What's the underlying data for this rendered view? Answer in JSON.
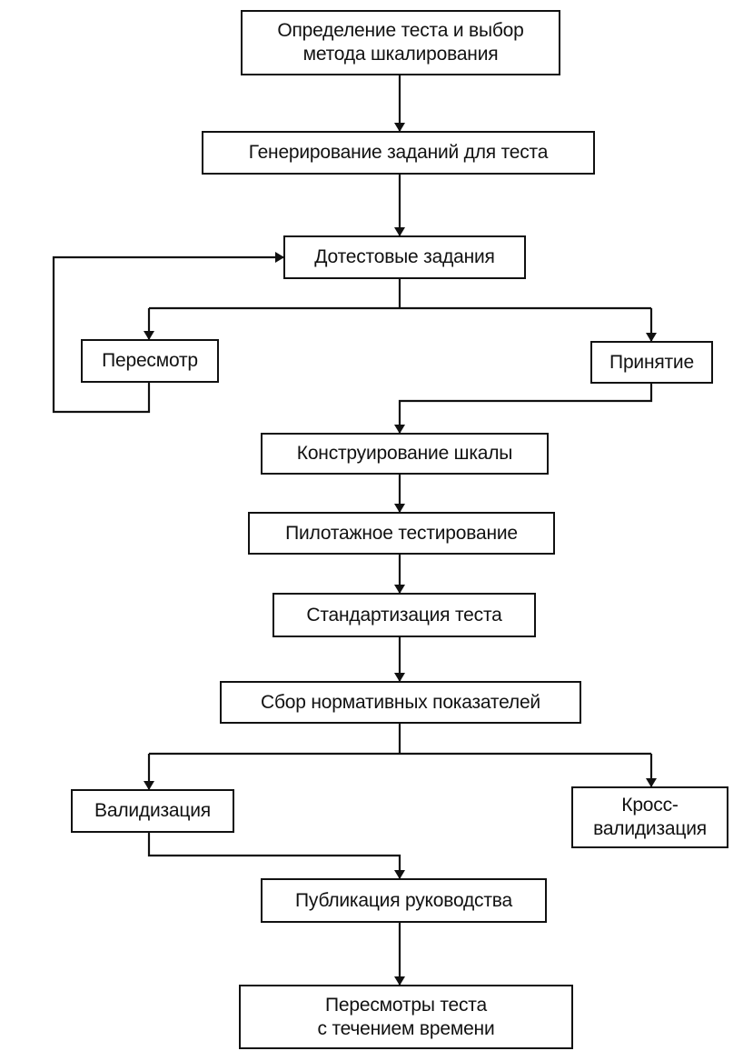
{
  "nodes": {
    "define_test": "Определение теста и выбор\nметода шкалирования",
    "generate_items": "Генерирование заданий для теста",
    "pretest_items": "Дотестовые задания",
    "revision": "Пересмотр",
    "acceptance": "Принятие",
    "scale_construction": "Конструирование шкалы",
    "pilot_testing": "Пилотажное тестирование",
    "standardization": "Стандартизация теста",
    "norms_collection": "Сбор нормативных показателей",
    "validation": "Валидизация",
    "cross_validation": "Кросс-\nвалидизация",
    "manual_publication": "Публикация руководства",
    "test_revisions": "Пересмотры теста\nс течением времени"
  }
}
